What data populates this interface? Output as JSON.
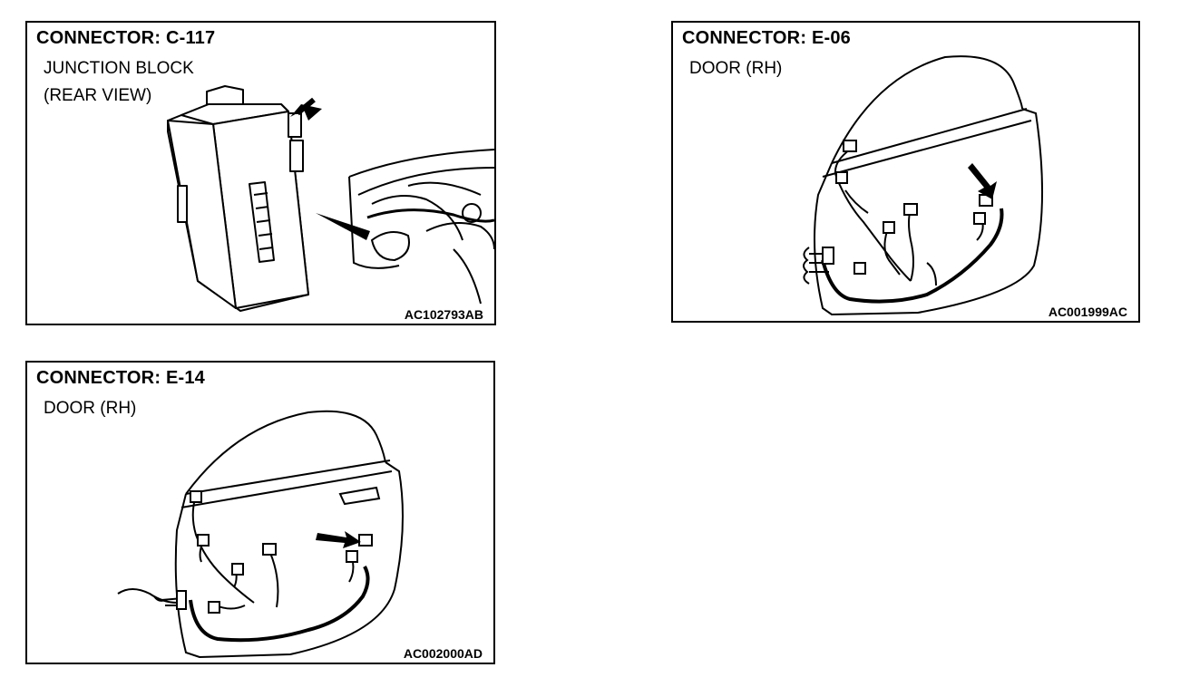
{
  "panels": [
    {
      "title": "CONNECTOR: C-117",
      "lines": [
        "JUNCTION BLOCK",
        "(REAR VIEW)"
      ],
      "code": "AC102793AB"
    },
    {
      "title": "CONNECTOR: E-06",
      "lines": [
        "DOOR (RH)"
      ],
      "code": "AC001999AC"
    },
    {
      "title": "CONNECTOR: E-14",
      "lines": [
        "DOOR (RH)"
      ],
      "code": "AC002000AD"
    }
  ]
}
